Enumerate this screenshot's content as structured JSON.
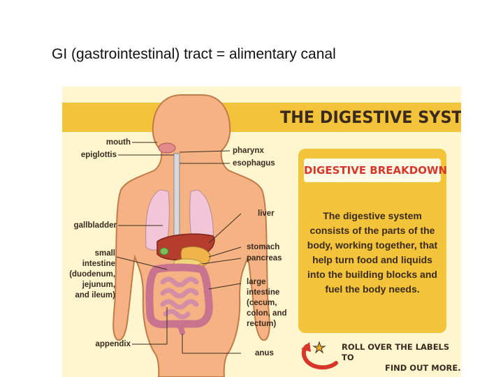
{
  "slide": {
    "title": "GI (gastrointestinal) tract = alimentary canal"
  },
  "poster": {
    "title": "THE DIGESTIVE SYSTEM",
    "labels": {
      "mouth": "mouth",
      "epiglottis": "epiglottis",
      "gallbladder": "gallbladder",
      "small_intestine": [
        "small",
        "intestine",
        "(duodenum,",
        "jejunum,",
        "and ileum)"
      ],
      "appendix": "appendix",
      "pharynx": "pharynx",
      "esophagus": "esophagus",
      "liver": "liver",
      "stomach": "stomach",
      "pancreas": "pancreas",
      "large_intestine": [
        "large",
        "intestine",
        "(cecum,",
        "colon, and",
        "rectum)"
      ],
      "anus": "anus"
    },
    "breakdown": {
      "heading": "DIGESTIVE BREAKDOWN",
      "body": "The digestive system consists of the parts of the body, working together, that help turn food and liquids into the building blocks and fuel the body needs."
    },
    "rollover": [
      "ROLL OVER THE LABELS TO",
      "FIND OUT MORE."
    ]
  },
  "colors": {
    "band": "#f3c33a",
    "poster_bg": "#fdf6cf",
    "heading_red": "#d8362b",
    "skin": "#f5b383"
  }
}
